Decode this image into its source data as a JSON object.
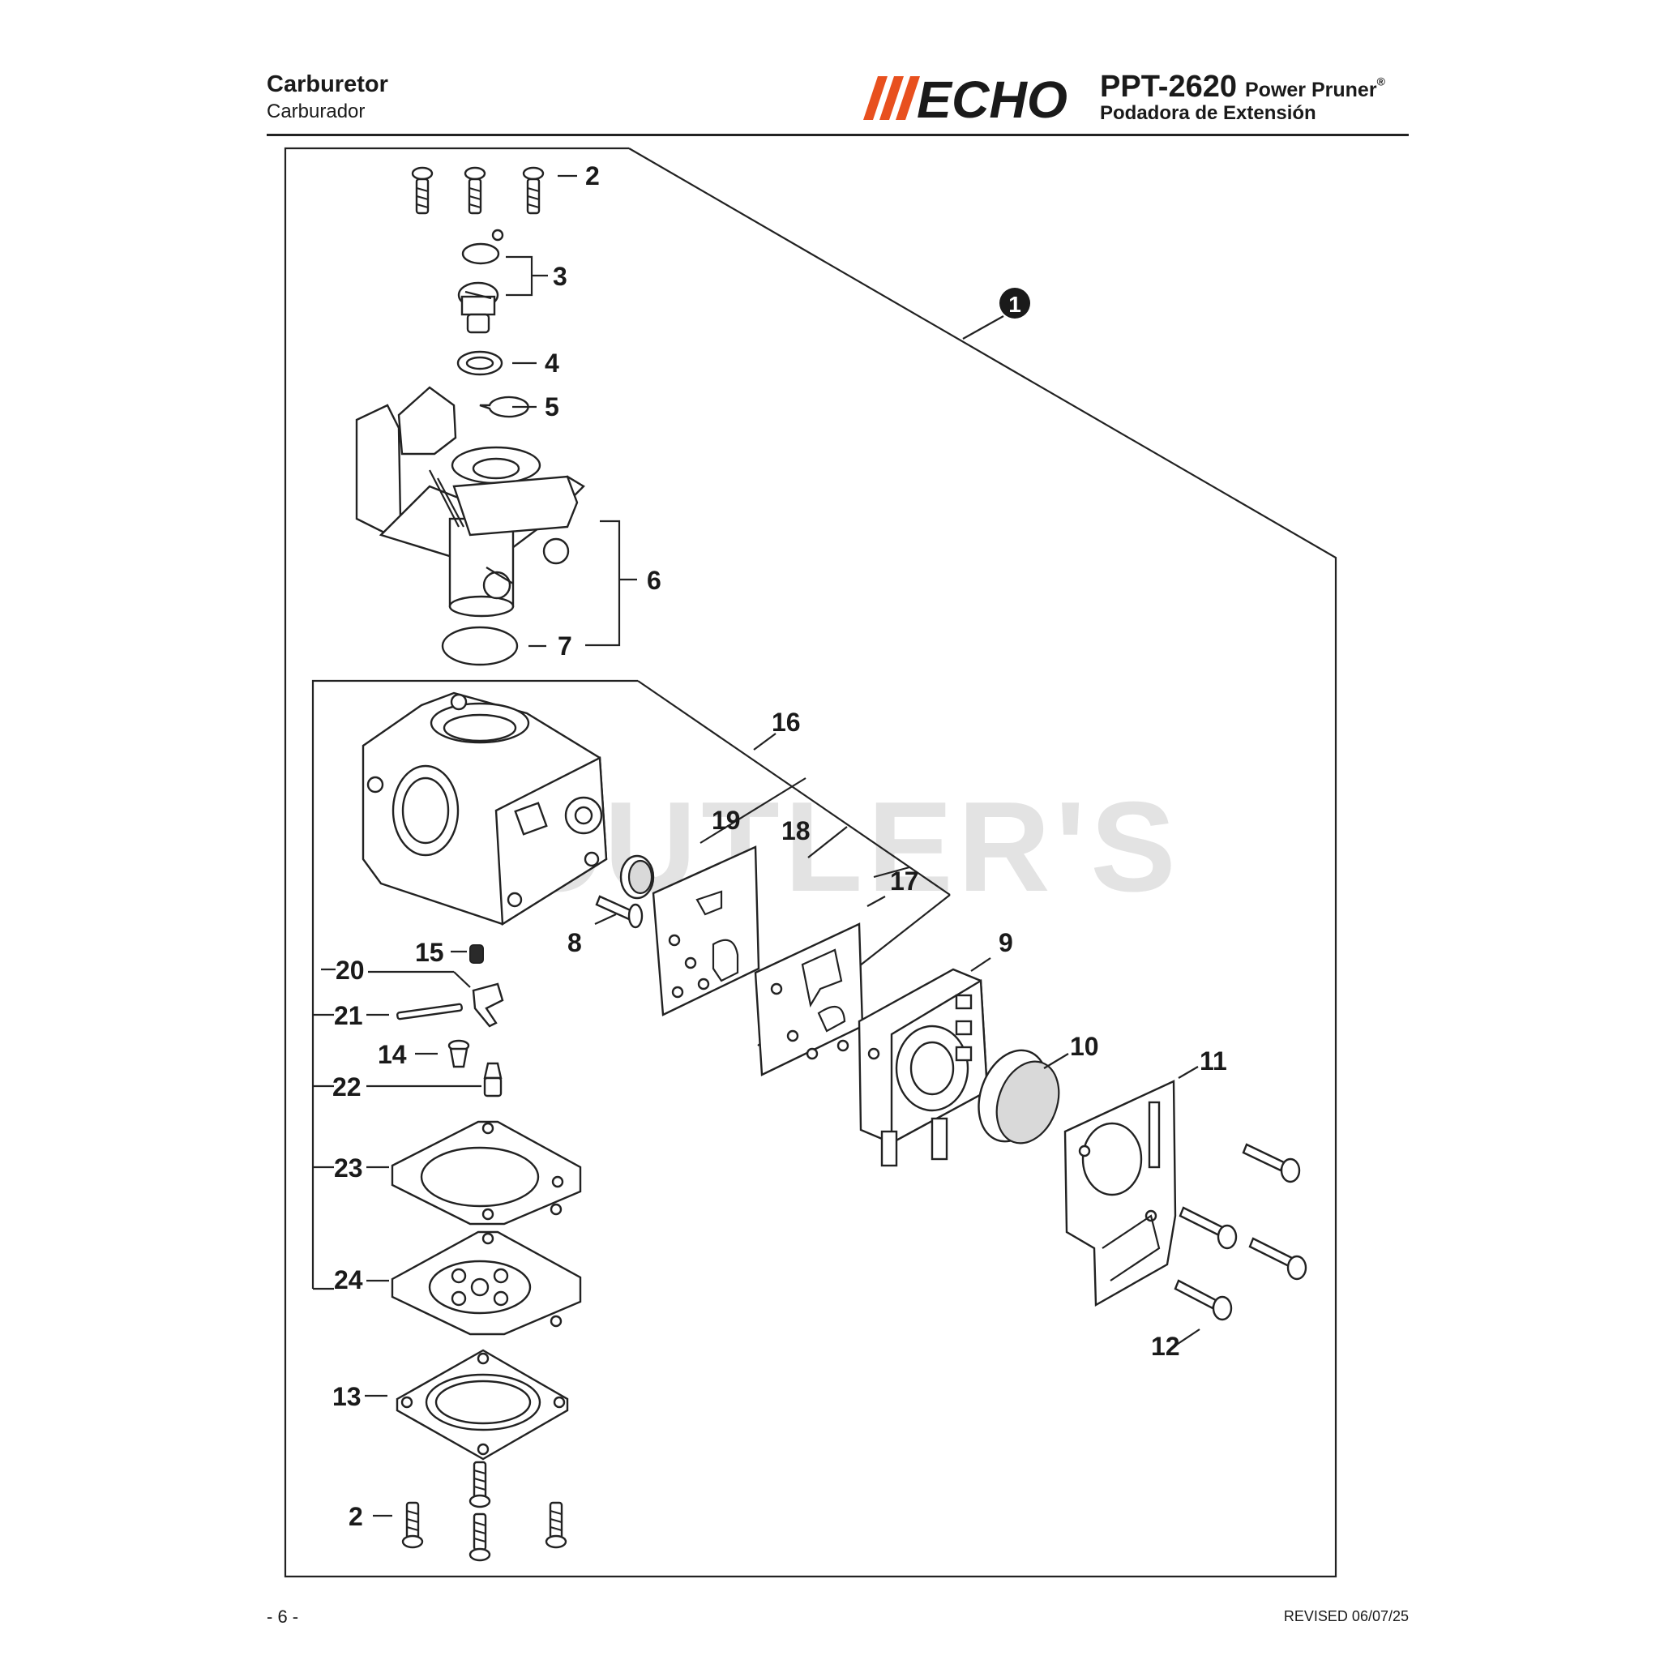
{
  "header": {
    "title": "Carburetor",
    "subtitle": "Carburador",
    "brand": "ECHO",
    "model": "PPT-2620",
    "model_name": "Power Pruner",
    "registered_mark": "®",
    "model_name_es": "Podadora de Extensión"
  },
  "watermark": "CUTLER'S",
  "footer": {
    "page": "- 6 -",
    "revised": "REVISED 06/07/25"
  },
  "colors": {
    "brand_orange": "#e8501e",
    "line": "#222222",
    "watermark": "#e3e3e3"
  },
  "callouts": {
    "c1": "1",
    "c2_top": "2",
    "c3": "3",
    "c4": "4",
    "c5": "5",
    "c6": "6",
    "c7": "7",
    "c8": "8",
    "c9": "9",
    "c10": "10",
    "c11": "11",
    "c12": "12",
    "c13": "13",
    "c14": "14",
    "c15": "15",
    "c16": "16",
    "c17": "17",
    "c18": "18",
    "c19": "19",
    "c20": "20",
    "c21": "21",
    "c22": "22",
    "c23": "23",
    "c24": "24",
    "c2_bottom": "2"
  }
}
